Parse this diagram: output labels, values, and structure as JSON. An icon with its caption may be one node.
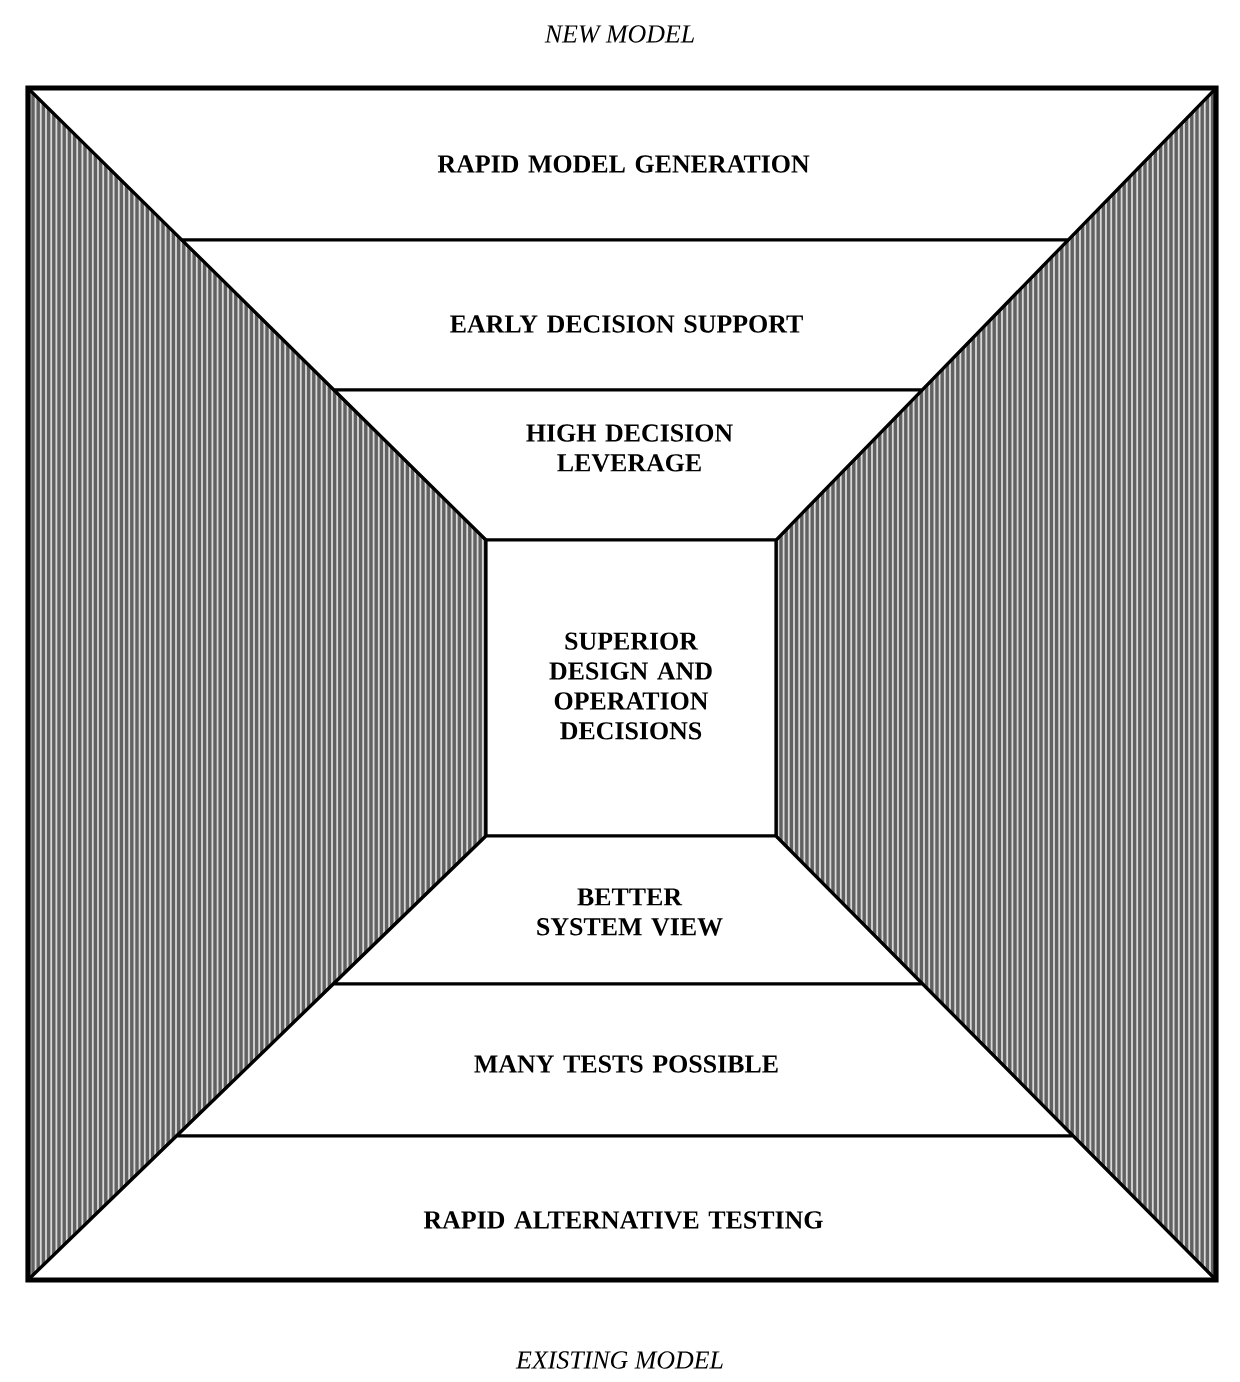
{
  "diagram": {
    "title": "NEW MODEL",
    "caption": "EXISTING MODEL",
    "nodes": [
      {
        "text": [
          "RAPID MODEL GENERATION"
        ]
      },
      {
        "text": [
          "EARLY DECISION SUPPORT"
        ]
      },
      {
        "text": [
          "HIGH DECISION LEVERAGE"
        ]
      },
      {
        "text": [
          "SUPERIOR DESIGN AND OPERATION DECISIONS"
        ]
      },
      {
        "text": [
          "BETTER SYSTEM VIEW"
        ]
      },
      {
        "text": [
          "MANY TESTS POSSIBLE"
        ]
      },
      {
        "text": [
          "RAPID ALTERNATIVE TESTING"
        ]
      }
    ]
  }
}
